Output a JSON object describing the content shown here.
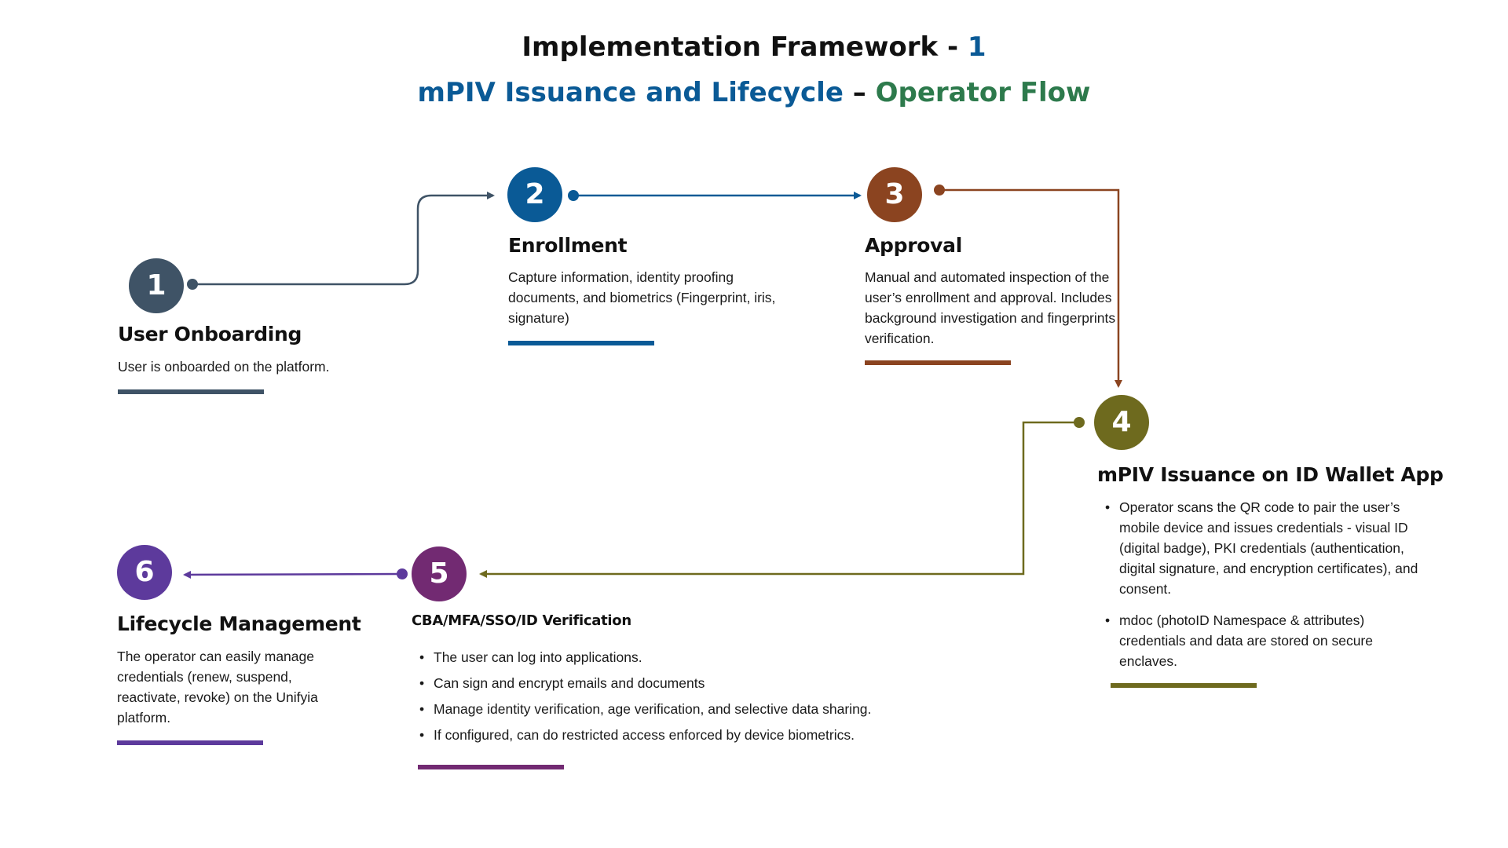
{
  "title": {
    "line1_text": "Implementation Framework - ",
    "line1_number": "1",
    "line2_part1": "mPIV Issuance and Lifecycle",
    "line2_separator": " – ",
    "line2_part2": "Operator Flow"
  },
  "colors": {
    "step1": "#3f5366",
    "step2": "#0a5a96",
    "step3": "#8b4420",
    "step4": "#6e6a1e",
    "step5": "#722a72",
    "step6": "#5d3a9c",
    "title_blue": "#0a5a96",
    "title_green": "#2d7a4c"
  },
  "steps": [
    {
      "number": "1",
      "title": "User Onboarding",
      "description": "User is onboarded on the platform."
    },
    {
      "number": "2",
      "title": "Enrollment",
      "description": "Capture information, identity proofing documents, and biometrics (Fingerprint, iris, signature)"
    },
    {
      "number": "3",
      "title": "Approval",
      "description": "Manual and automated inspection of the user’s enrollment and approval. Includes background investigation and fingerprints verification."
    },
    {
      "number": "4",
      "title": "mPIV Issuance on ID Wallet App",
      "bullets": [
        "Operator scans the QR code to pair the user’s mobile device and issues credentials - visual ID (digital badge), PKI credentials (authentication, digital signature, and encryption certificates), and consent.",
        "mdoc (photoID Namespace & attributes) credentials and data are stored on secure enclaves."
      ]
    },
    {
      "number": "5",
      "title": "CBA/MFA/SSO/ID Verification",
      "bullets": [
        "The user can log into applications.",
        "Can sign and encrypt emails and documents",
        "Manage identity verification, age verification, and selective data sharing.",
        "If configured, can do restricted access enforced by device biometrics."
      ]
    },
    {
      "number": "6",
      "title": "Lifecycle Management",
      "description": "The operator can easily manage credentials (renew, suspend, reactivate, revoke) on the Unifyia platform."
    }
  ]
}
